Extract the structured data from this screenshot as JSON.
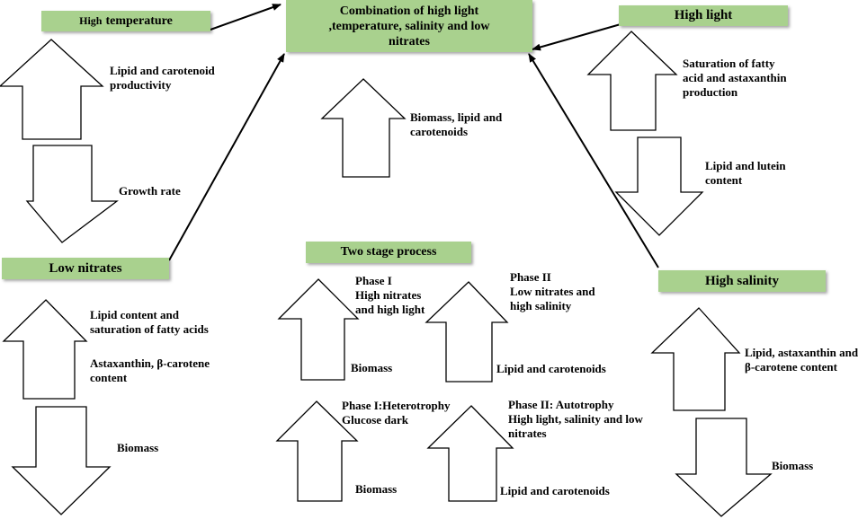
{
  "header_boxes": {
    "high_temperature": {
      "prefix": "High",
      "main": "temperature"
    },
    "combination": {
      "line1": "Combination of  high light",
      "line2": ",temperature, salinity and low",
      "line3": "nitrates"
    },
    "high_light": "High  light",
    "low_nitrates": "Low nitrates",
    "two_stage": "Two stage process",
    "high_salinity": "High salinity"
  },
  "high_temperature": {
    "up_label": [
      "Lipid and carotenoid",
      "productivity"
    ],
    "down_label": "Growth rate"
  },
  "combination_effect": {
    "up_label": [
      "Biomass, lipid and",
      "carotenoids"
    ]
  },
  "high_light": {
    "up_label": [
      "Saturation  of fatty",
      "acid and astaxanthin",
      "production"
    ],
    "down_label": [
      "Lipid and lutein",
      "content"
    ]
  },
  "low_nitrates": {
    "up_label_1": [
      "Lipid content  and",
      "saturation  of  fatty acids"
    ],
    "up_label_2": [
      "Astaxanthin,  β-carotene",
      "content"
    ],
    "down_label": "Biomass"
  },
  "two_stage_process": {
    "phase1_a": {
      "heading": [
        "Phase  I",
        "High nitrates",
        "and high light"
      ],
      "result": "Biomass"
    },
    "phase2_a": {
      "heading": [
        "Phase II",
        "Low nitrates  and",
        "high salinity"
      ],
      "result": "Lipid and carotenoids"
    },
    "phase1_b": {
      "heading": [
        "Phase I:Heterotrophy",
        "Glucose dark"
      ],
      "result": "Biomass"
    },
    "phase2_b": {
      "heading": [
        "Phase II: Autotrophy",
        "High light, salinity and low",
        "nitrates"
      ],
      "result": "Lipid and carotenoids"
    }
  },
  "high_salinity": {
    "up_label": [
      "Lipid, astaxanthin and",
      "β-carotene  content"
    ],
    "down_label": "Biomass"
  },
  "colors": {
    "box_fill": "#a9d18e",
    "outline": "#000000",
    "arrow_fill": "#ffffff"
  }
}
